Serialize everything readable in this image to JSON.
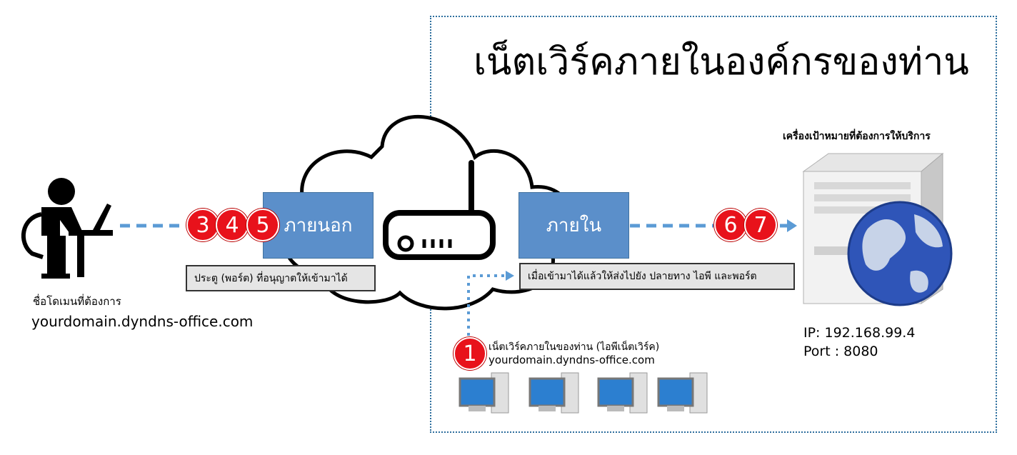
{
  "title": "เน็ตเวิร์คภายในองค์กรของท่าน",
  "target_server_label": "เครื่องเป้าหมายที่ต้องการให้บริการ",
  "external_label": "ภายนอก",
  "internal_label": "ภายใน",
  "external_note": "ประตู (พอร์ต) ที่อนุญาตให้เข้ามาได้",
  "internal_note": "เมื่อเข้ามาได้แล้วให้ส่งไปยัง ปลายทาง ไอพี และพอร์ต",
  "user": {
    "caption": "ชื่อโดเมนที่ต้องการ",
    "domain": "yourdomain.dyndns-office.com"
  },
  "lan": {
    "caption": "เน็ตเวิร์คภายในของท่าน (ไอพีเน็ตเวิร์ค)",
    "domain": "yourdomain.dyndns-office.com"
  },
  "server": {
    "ip": "IP: 192.168.99.4",
    "port": "Port : 8080"
  },
  "steps": {
    "s1": "1",
    "s3": "3",
    "s4": "4",
    "s5": "5",
    "s6": "6",
    "s7": "7"
  },
  "colors": {
    "accent_blue": "#5b8fca",
    "badge_red": "#e8121b",
    "dash_blue": "#5b9bd5",
    "frame": "#2e6f9e"
  },
  "icons": [
    "user-at-laptop-icon",
    "cloud-icon",
    "router-icon",
    "server-globe-icon",
    "desktop-computer-icon"
  ]
}
